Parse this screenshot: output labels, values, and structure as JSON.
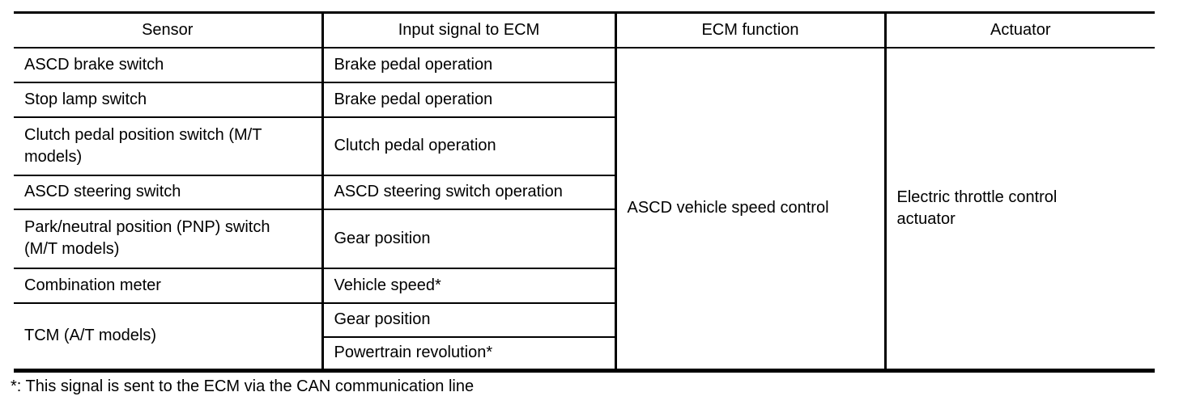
{
  "table": {
    "headers": [
      "Sensor",
      "Input signal to ECM",
      "ECM function",
      "Actuator"
    ],
    "rows": [
      {
        "sensor": "ASCD brake switch",
        "input": "Brake pedal operation"
      },
      {
        "sensor": "Stop lamp switch",
        "input": "Brake pedal operation"
      },
      {
        "sensor": "Clutch pedal position switch (M/T\nmodels)",
        "input": "Clutch pedal operation"
      },
      {
        "sensor": "ASCD steering switch",
        "input": "ASCD steering switch operation"
      },
      {
        "sensor": "Park/neutral position (PNP) switch\n(M/T models)",
        "input": "Gear position"
      },
      {
        "sensor": "Combination meter",
        "input": "Vehicle speed*"
      },
      {
        "sensor": "TCM (A/T models)",
        "input": "Gear position"
      },
      {
        "input": "Powertrain revolution*"
      }
    ],
    "ecm_function": "ASCD vehicle speed control",
    "actuator": "Electric throttle control\nactuator"
  },
  "footnote": "*: This signal is sent to the ECM via the CAN communication line",
  "colors": {
    "line": "#000000",
    "text": "#000000",
    "background": "#ffffff"
  }
}
